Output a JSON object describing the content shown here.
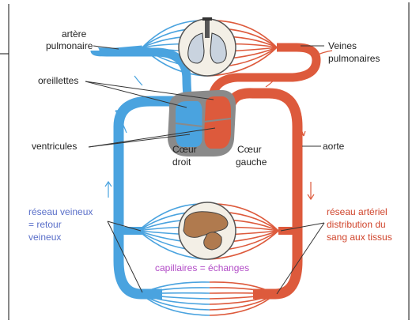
{
  "labels": {
    "artere": [
      "artère",
      "pulmonaire"
    ],
    "veines": [
      "Veines",
      "pulmonaires"
    ],
    "oreillettes": "oreillettes",
    "ventricules": "ventricules",
    "coeur_droit": [
      "Cœur",
      "droit"
    ],
    "coeur_gauche": [
      "Cœur",
      "gauche"
    ],
    "aorte": "aorte",
    "reseau_veineux": [
      "réseau veineux",
      "= retour",
      "veineux"
    ],
    "reseau_arteriel": [
      "réseau artériel",
      "distribution du",
      "sang aux tissus"
    ],
    "capillaires": "capillaires = échanges"
  },
  "colors": {
    "venous": "#4aa3df",
    "arterial": "#dd5a3c",
    "heart": "#8a8a8a",
    "organ_fill": "#f3efe6",
    "lung": "#c9d3df",
    "liver": "#b07a4e",
    "blue_text": "#5a6fc9",
    "red_text": "#d0442b",
    "purple_text": "#b24cc7"
  }
}
